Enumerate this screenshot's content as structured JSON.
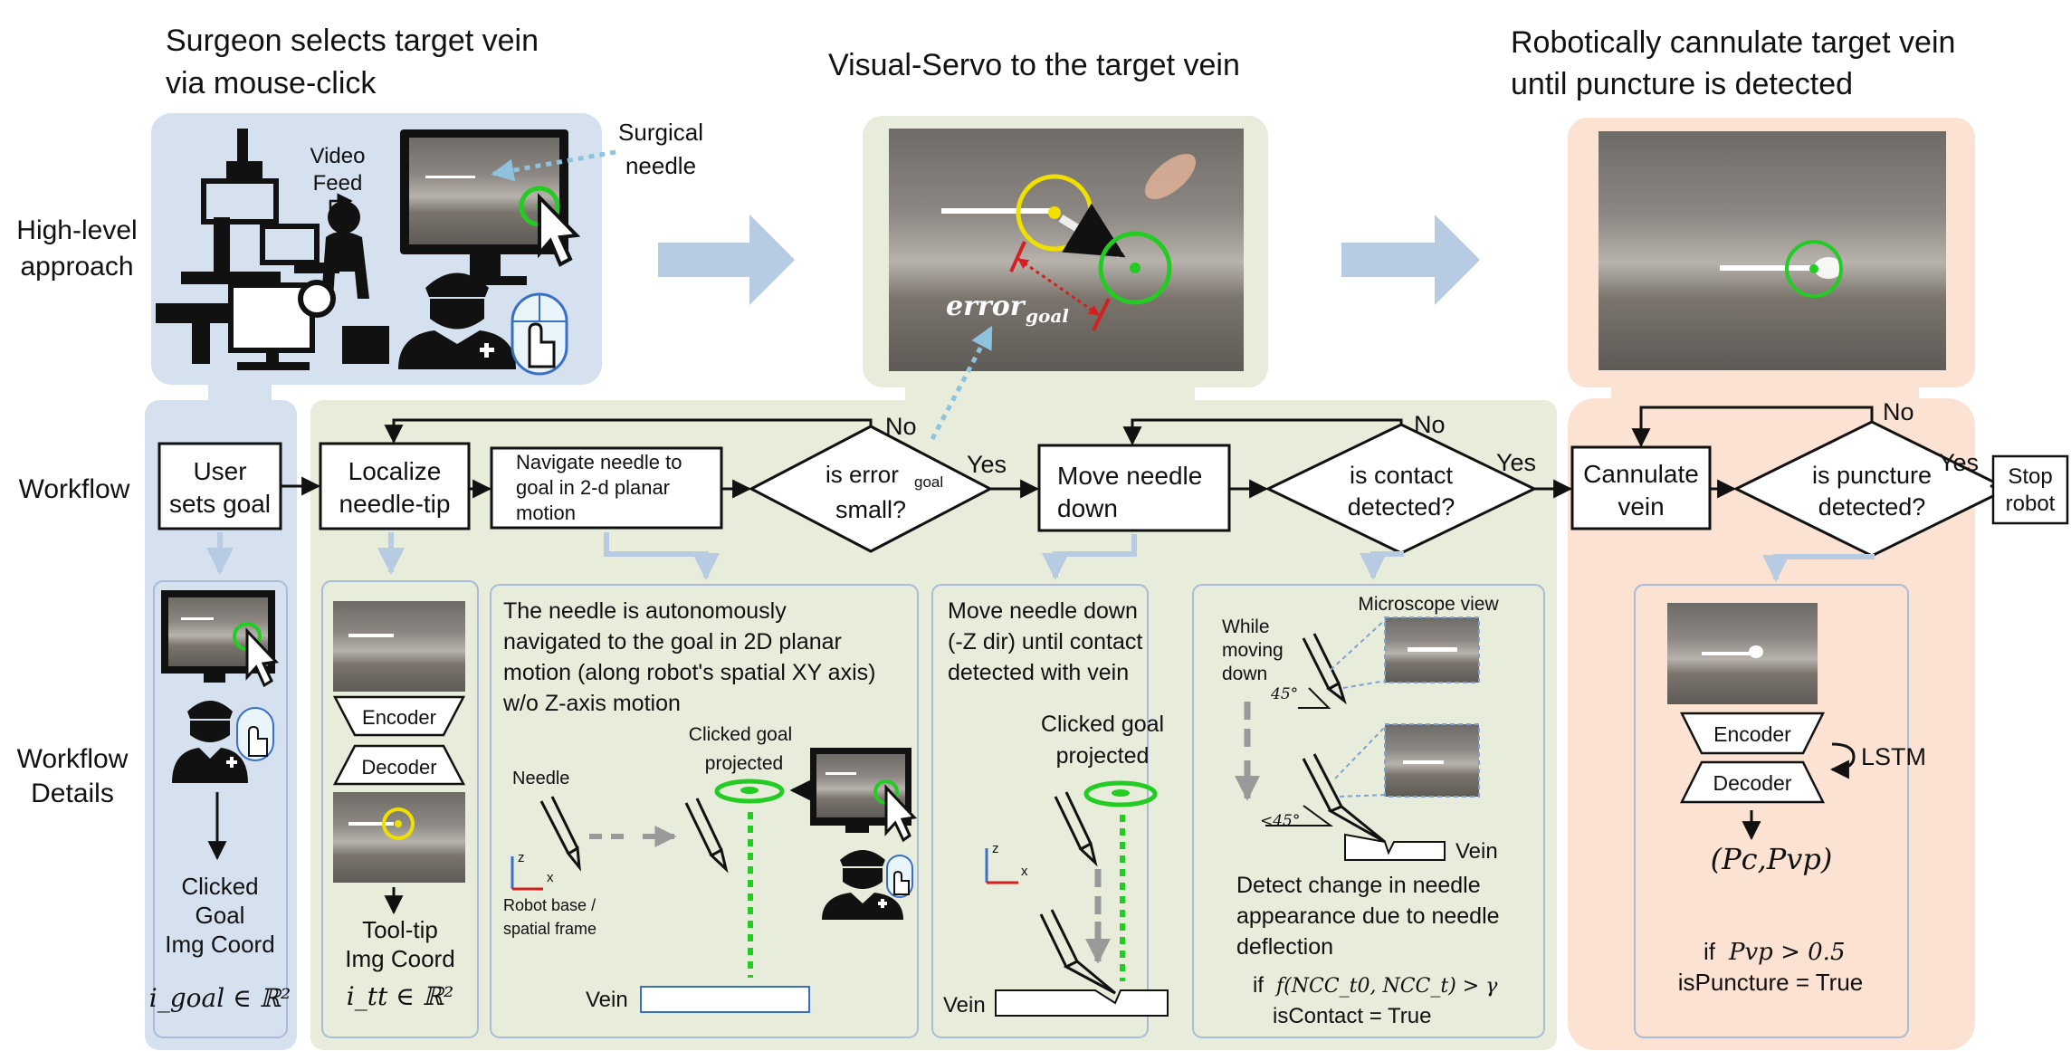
{
  "headers": {
    "left": [
      "Surgeon selects target vein",
      "via mouse-click"
    ],
    "middle": "Visual-Servo to the target vein",
    "right": [
      "Robotically cannulate target vein",
      "until puncture is detected"
    ]
  },
  "row_labels": {
    "high_level": [
      "High-level",
      "approach"
    ],
    "workflow": "Workflow",
    "details": [
      "Workflow",
      "Details"
    ]
  },
  "top_panel": {
    "video_feed": [
      "Video",
      "Feed"
    ],
    "surgical_needle": [
      "Surgical",
      "needle"
    ],
    "error_label": "error",
    "error_sub": "goal"
  },
  "workflow": {
    "user_sets_goal": [
      "User",
      "sets goal"
    ],
    "localize": [
      "Localize",
      "needle-tip"
    ],
    "navigate": [
      "Navigate needle to",
      "goal in 2-d planar",
      "motion"
    ],
    "decision_error": [
      "is  error",
      "goal",
      "small?"
    ],
    "move_down": [
      "Move needle",
      "down"
    ],
    "decision_contact": [
      "is contact",
      "detected?"
    ],
    "cannulate": [
      "Cannulate",
      "vein"
    ],
    "decision_puncture": [
      "is puncture",
      "detected?"
    ],
    "stop": [
      "Stop",
      "robot"
    ],
    "yes": "Yes",
    "no": "No"
  },
  "details": {
    "goal": {
      "caption": [
        "Clicked",
        "Goal",
        "Img Coord"
      ],
      "formula": "i_goal ∈ ℝ²"
    },
    "tooltip": {
      "encoder": "Encoder",
      "decoder": "Decoder",
      "caption": [
        "Tool-tip",
        "Img Coord"
      ],
      "formula": "i_tt ∈ ℝ²"
    },
    "navigate": {
      "text": [
        "The needle is autonomously",
        "navigated to the goal in 2D planar",
        "motion (along robot's spatial XY axis)",
        "w/o Z-axis motion"
      ],
      "clicked": [
        "Clicked goal",
        "projected"
      ],
      "needle": "Needle",
      "frame": [
        "Robot base /",
        "spatial frame"
      ],
      "vein": "Vein",
      "axis_z": "z",
      "axis_x": "x"
    },
    "move_down": {
      "text": [
        "Move needle down",
        "(-Z dir) until contact",
        "detected with vein"
      ],
      "clicked": [
        "Clicked goal",
        "projected"
      ],
      "vein": "Vein",
      "axis_z": "z",
      "axis_x": "x"
    },
    "contact": {
      "microscope": "Microscope view",
      "while": [
        "While",
        "moving",
        "down"
      ],
      "angle1": "45°",
      "angle2": "<45°",
      "vein": "Vein",
      "text": [
        "Detect change in needle",
        "appearance due to needle",
        "deflection"
      ],
      "cond_if": "if",
      "cond_formula": "f(NCC_t0, NCC_t) > γ",
      "result": "isContact = True"
    },
    "puncture": {
      "encoder": "Encoder",
      "decoder": "Decoder",
      "lstm": "LSTM",
      "output": "(Pc,Pvp)",
      "cond_if": "if",
      "cond_formula": "Pvp > 0.5",
      "result": "isPuncture = True"
    }
  },
  "colors": {
    "blue_panel": "#d6e1f0",
    "green_panel": "#e7ecdb",
    "peach_panel": "#fbe2d2",
    "arrow_light": "#b7cbe3",
    "green_mark": "#22cc22",
    "yellow_mark": "#f0e000",
    "red_mark": "#d42020",
    "dotted_blue": "#8fc2dd"
  }
}
